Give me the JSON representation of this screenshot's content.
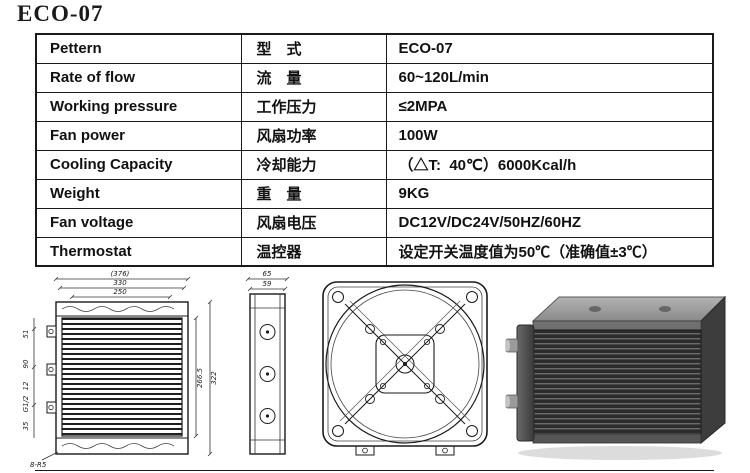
{
  "title": "ECO-07",
  "spec_table": {
    "rows": [
      {
        "en": "Pettern",
        "cn": "型　式",
        "value": "ECO-07"
      },
      {
        "en": "Rate of flow",
        "cn": "流　量",
        "value": "60~120L/min"
      },
      {
        "en": "Working pressure",
        "cn": "工作压力",
        "value": "≤2MPA"
      },
      {
        "en": "Fan power",
        "cn": "风扇功率",
        "value": "100W"
      },
      {
        "en": "Cooling Capacity",
        "cn": "冷却能力",
        "value": "（△T:  40℃）6000Kcal/h"
      },
      {
        "en": "Weight",
        "cn": "重　量",
        "value": "9KG"
      },
      {
        "en": "Fan voltage",
        "cn": "风扇电压",
        "value": "DC12V/DC24V/50HZ/60HZ"
      },
      {
        "en": "Thermostat",
        "cn": "温控器",
        "value": "设定开关温度值为50℃（准确值±3℃）"
      }
    ]
  },
  "front_view": {
    "dim_overall_width": "(376)",
    "dim_width_330": "330",
    "dim_width_250": "250",
    "dim_51": "51",
    "dim_90": "90",
    "dim_12": "12",
    "thread_label": "G1/2",
    "dim_35": "35",
    "dim_height_inner": "266.5",
    "dim_height_outer": "322",
    "corner_label": "8-R5"
  },
  "side_view": {
    "dim_65": "65",
    "dim_59": "59"
  }
}
